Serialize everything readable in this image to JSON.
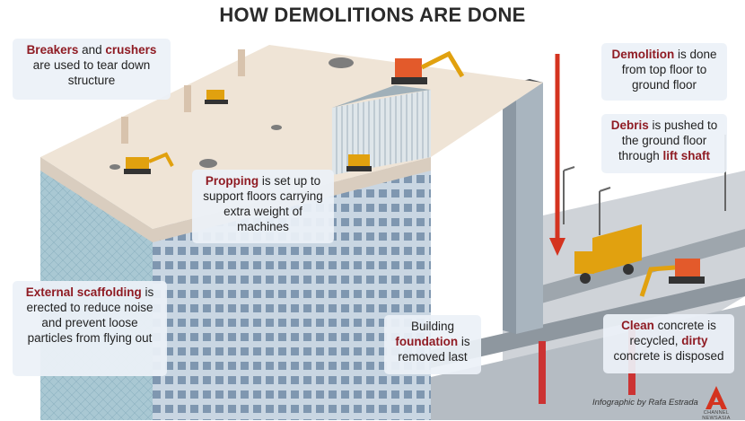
{
  "title": "HOW DEMOLITIONS ARE DONE",
  "callouts": {
    "breakers": {
      "hl1": "Breakers",
      "t1": " and ",
      "hl2": "crushers",
      "t2": " are used to tear down structure"
    },
    "demolition": {
      "hl1": "Demolition",
      "t1": " is done from top floor to ground floor"
    },
    "debris": {
      "hl1": "Debris",
      "t1": " is pushed to the ground floor through ",
      "hl2": "lift shaft"
    },
    "propping": {
      "hl1": "Propping",
      "t1": " is set up to support floors carrying extra weight of machines"
    },
    "scaffolding": {
      "hl1": "External scaffolding",
      "t1": " is erected to reduce noise and prevent loose particles from flying out"
    },
    "foundation": {
      "t1": "Building ",
      "hl1": "foundation",
      "t2": " is removed last"
    },
    "concrete": {
      "hl1": "Clean",
      "t1": " concrete is recycled, ",
      "hl2": "dirty",
      "t2": " concrete is disposed"
    }
  },
  "credit": "Infographic by Rafa Estrada",
  "logo_text": "CHANNEL NEWSASIA",
  "colors": {
    "highlight": "#8f1b23",
    "arrow": "#d4331f",
    "roof": "#efe4d6",
    "facade": "#b3c6d8",
    "scaffold": "#9fc2cf"
  }
}
